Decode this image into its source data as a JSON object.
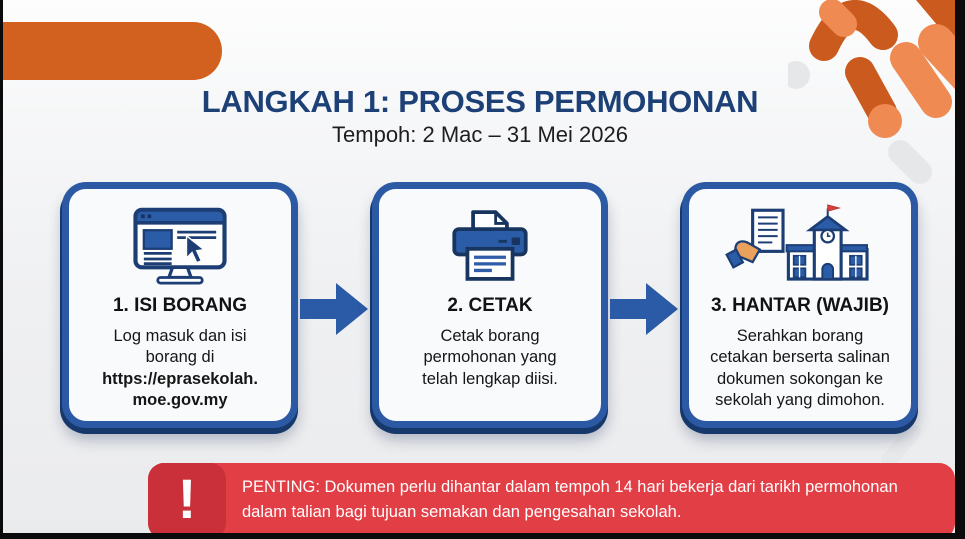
{
  "header": {
    "title": "LANGKAH 1: PROSES PERMOHONAN",
    "subtitle": "Tempoh: 2 Mac – 31 Mei 2026"
  },
  "steps": [
    {
      "icon": "computer-form-icon",
      "title": "1. ISI BORANG",
      "body_lines": [
        "Log masuk dan isi",
        "borang di"
      ],
      "link_lines": [
        "https://eprasekolah.",
        "moe.gov.my"
      ]
    },
    {
      "icon": "printer-icon",
      "title": "2. CETAK",
      "body_lines": [
        "Cetak borang",
        "permohonan yang",
        "telah lengkap diisi."
      ]
    },
    {
      "icon": "submit-document-school-icon",
      "title": "3. HANTAR (WAJIB)",
      "body_lines": [
        "Serahkan borang",
        "cetakan berserta salinan",
        "dokumen sokongan ke",
        "sekolah yang dimohon."
      ]
    }
  ],
  "notice": {
    "icon": "exclamation-icon",
    "exclamation": "!",
    "line1": "PENTING: Dokumen perlu dihantar dalam tempoh 14 hari bekerja dari tarikh permohonan",
    "line2": "dalam talian bagi tujuan semakan dan pengesahan sekolah."
  },
  "colors": {
    "title_navy": "#1d4177",
    "card_border_blue": "#2b59a4",
    "card_shadow_navy": "#16386b",
    "arrow_blue": "#2b5aa6",
    "banner_red": "#e23e46",
    "badge_red": "#c9303a",
    "deco_orange": "#d2611f",
    "deco_orange_light": "#ef8a52"
  }
}
